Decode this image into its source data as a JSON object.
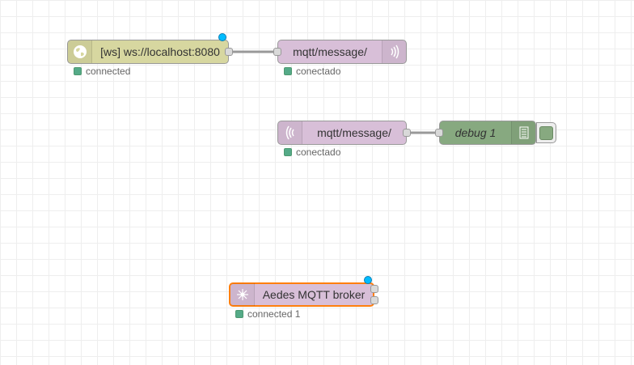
{
  "nodes": {
    "ws_in": {
      "label": "[ws] ws://localhost:8080",
      "status": "connected",
      "icon": "globe-icon"
    },
    "mqtt_out": {
      "label": "mqtt/message/",
      "status": "conectado",
      "icon": "wifi-signal-icon"
    },
    "mqtt_in": {
      "label": "mqtt/message/",
      "status": "conectado",
      "icon": "wifi-signal-icon"
    },
    "debug": {
      "label": "debug 1",
      "icon": "list-icon"
    },
    "aedes": {
      "label": "Aedes MQTT broker",
      "status": "connected 1",
      "icon": "broker-icon"
    }
  },
  "colors": {
    "ws": "#d7d7a0",
    "mqtt": "#d8bfd8",
    "debug": "#87a980",
    "status_ok": "#55aa88",
    "changed": "#00bcff",
    "selected_border": "#ff7f0e",
    "wire": "#999999"
  }
}
